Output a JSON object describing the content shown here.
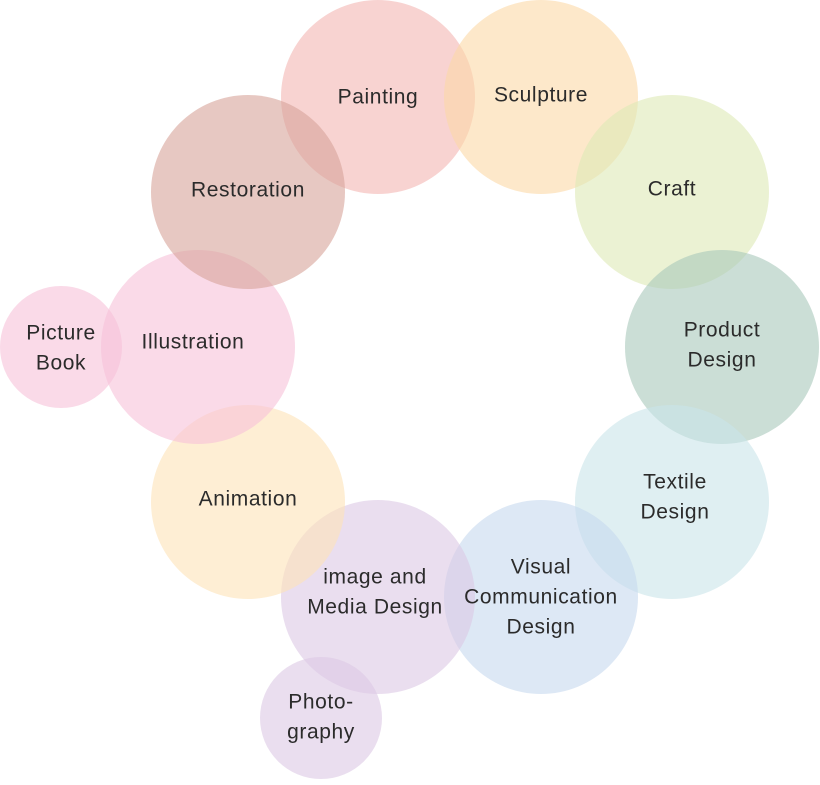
{
  "bubbles": [
    {
      "id": "painting",
      "lines": [
        "Painting"
      ],
      "color": "#f4b6b2"
    },
    {
      "id": "sculpture",
      "lines": [
        "Sculpture"
      ],
      "color": "#fbd8a6"
    },
    {
      "id": "craft",
      "lines": [
        "Craft"
      ],
      "color": "#dde9b5"
    },
    {
      "id": "product-design",
      "lines": [
        "Product",
        "Design"
      ],
      "color": "#a9c8bb"
    },
    {
      "id": "textile-design",
      "lines": [
        "Textile",
        "Design"
      ],
      "color": "#c9e4ea"
    },
    {
      "id": "visual-communication-design",
      "lines": [
        "Visual",
        "Communication",
        "Design"
      ],
      "color": "#c6d9ef"
    },
    {
      "id": "image-media-design",
      "lines": [
        "image and",
        "Media Design"
      ],
      "color": "#dcc8e4"
    },
    {
      "id": "photography",
      "lines": [
        "Photo-",
        "graphy"
      ],
      "color": "#dcc8e4"
    },
    {
      "id": "animation",
      "lines": [
        "Animation"
      ],
      "color": "#fde3b8"
    },
    {
      "id": "illustration",
      "lines": [
        "Illustration"
      ],
      "color": "#f6c2d8"
    },
    {
      "id": "picture-book",
      "lines": [
        "Picture",
        "Book"
      ],
      "color": "#f6c2d8"
    },
    {
      "id": "restoration",
      "lines": [
        "Restoration"
      ],
      "color": "#d7a49a"
    }
  ]
}
